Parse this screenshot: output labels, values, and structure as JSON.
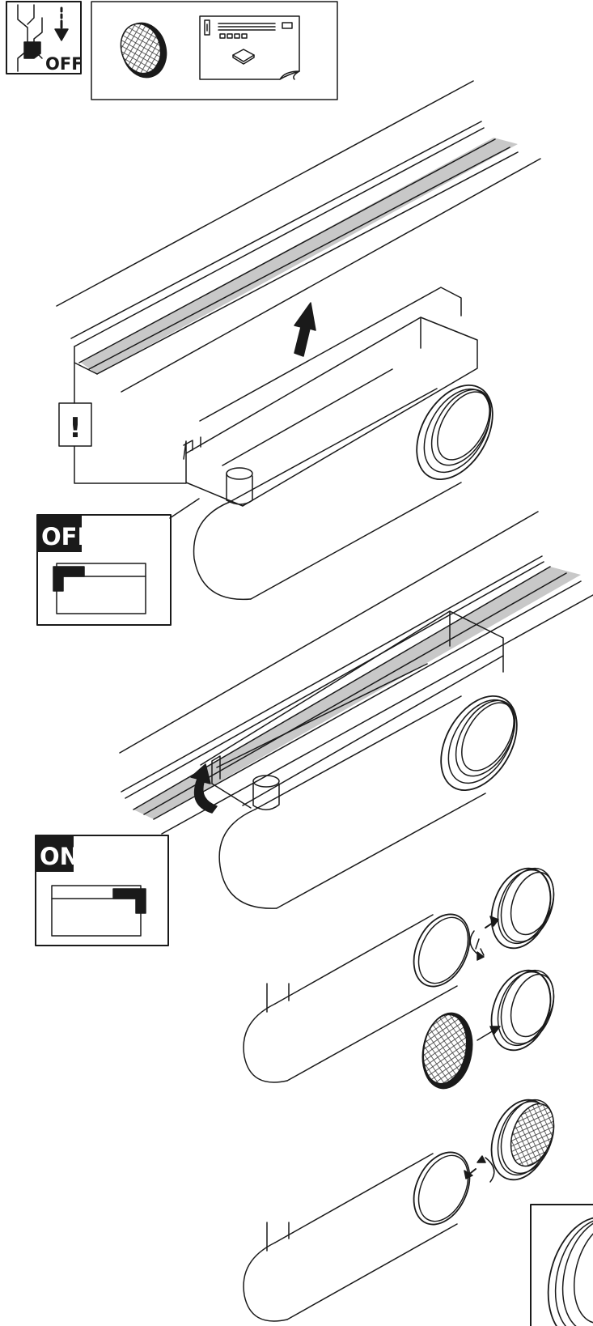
{
  "labels": {
    "power_off": "OFF",
    "warning": "!",
    "switch_off": "OFF",
    "switch_on": "ON"
  },
  "colors": {
    "line": "#1a1a1a",
    "fill_dark": "#1a1a1a",
    "track_gray": "#c8c8c8",
    "background": "#ffffff"
  },
  "icons": [
    "power-switch-off-icon",
    "honeycomb-louvre-icon",
    "instruction-sheet-icon",
    "arrow-up-icon",
    "rotate-arrow-icon",
    "twist-arrow-icon"
  ]
}
